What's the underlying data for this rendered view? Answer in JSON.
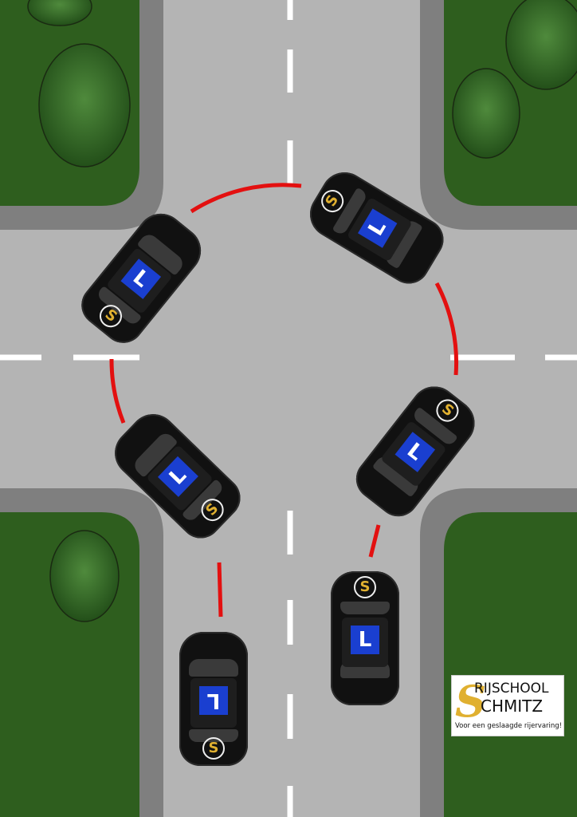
{
  "logo": {
    "line1": "RIJSCHOOL",
    "line2": "CHMITZ",
    "s_letter": "S",
    "tagline": "Voor een geslaagde rijervaring!"
  },
  "car_marks": {
    "learner": "L",
    "badge": "S"
  },
  "colors": {
    "grass": "#2e5e1e",
    "curb": "#7f7f7f",
    "road": "#b4b4b4",
    "path": "#e31010",
    "learner_plate": "#1a3fd0"
  }
}
